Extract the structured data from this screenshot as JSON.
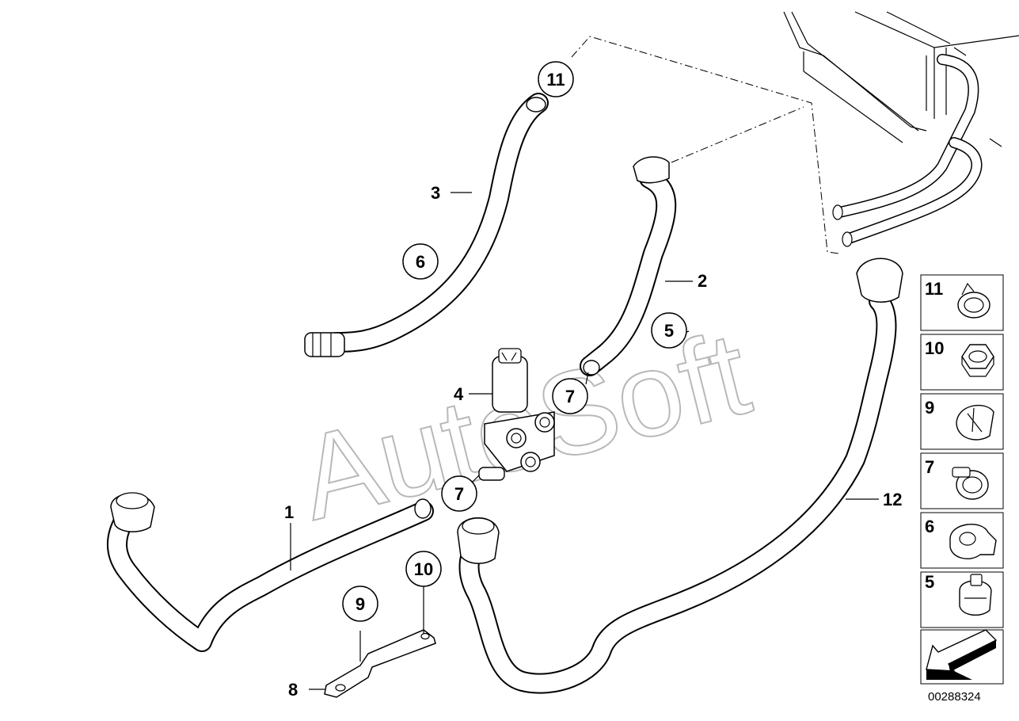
{
  "diagram": {
    "watermark": "AutoSoft",
    "part_number": "00288324",
    "part_labels": [
      "1",
      "2",
      "3",
      "4",
      "8",
      "12"
    ],
    "callouts": [
      "11",
      "6",
      "7",
      "7",
      "5",
      "10",
      "9"
    ],
    "legend": [
      {
        "num": "11",
        "icon": "hose-clamp-icon"
      },
      {
        "num": "10",
        "icon": "hex-nut-icon"
      },
      {
        "num": "9",
        "icon": "cable-clip-icon"
      },
      {
        "num": "7",
        "icon": "worm-clamp-icon"
      },
      {
        "num": "6",
        "icon": "hose-clip-icon"
      },
      {
        "num": "5",
        "icon": "spring-clip-icon"
      }
    ],
    "nav_icon": "arrow-back-icon"
  }
}
